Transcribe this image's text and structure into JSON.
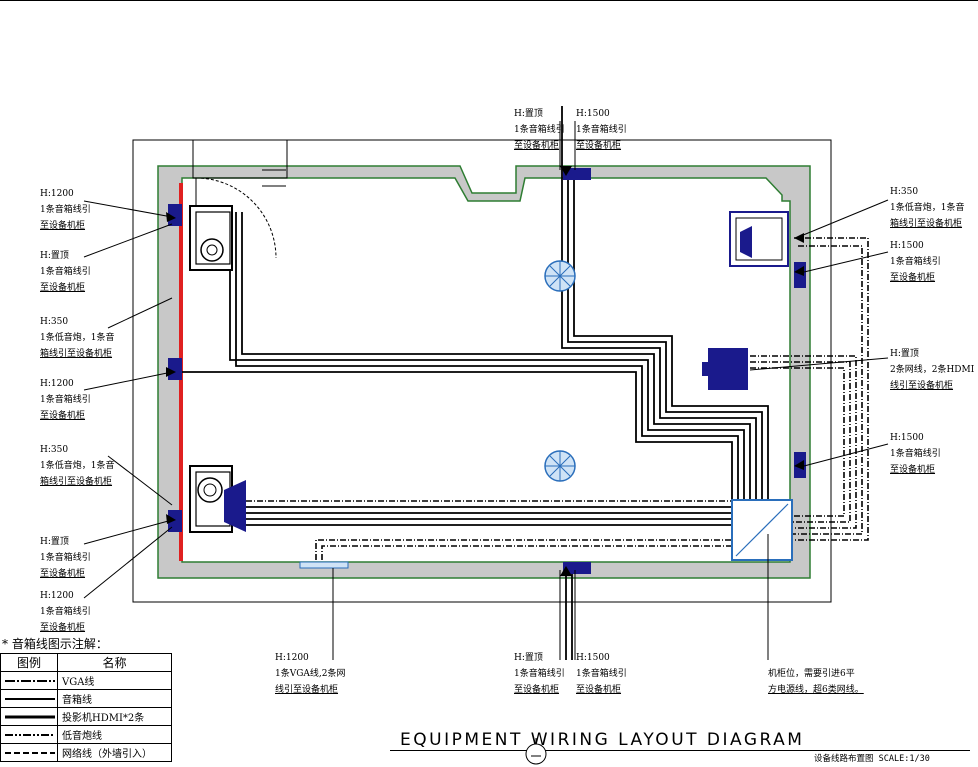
{
  "diagram": {
    "title": "EQUIPMENT WIRING LAYOUT DIAGRAM",
    "subtitle_cn": "设备线路布置图",
    "scale": "SCALE:1/30",
    "colors": {
      "wall": "#c8c8c8",
      "wall_edge": "#2e7d32",
      "device": "#1a1a8c",
      "screen": "#e02020",
      "line": "#000000",
      "ceiling_speaker": "#2a6ebb"
    }
  },
  "annotations": {
    "left1": [
      "H:1200",
      "1条音箱线引",
      "至设备机柜"
    ],
    "left2": [
      "H:置顶",
      "1条音箱线引",
      "至设备机柜"
    ],
    "left3": [
      "H:350",
      "1条低音炮，1条音",
      "箱线引至设备机柜"
    ],
    "left4": [
      "H:1200",
      "1条音箱线引",
      "至设备机柜"
    ],
    "left5": [
      "H:350",
      "1条低音炮，1条音",
      "箱线引至设备机柜"
    ],
    "left6": [
      "H:置顶",
      "1条音箱线引",
      "至设备机柜"
    ],
    "left7": [
      "H:1200",
      "1条音箱线引",
      "至设备机柜"
    ],
    "top1": [
      "H:置顶",
      "1条音箱线引",
      "至设备机柜"
    ],
    "top2": [
      "H:1500",
      "1条音箱线引",
      "至设备机柜"
    ],
    "right1": [
      "H:350",
      "1条低音炮，1条音",
      "箱线引至设备机柜"
    ],
    "right2": [
      "H:1500",
      "1条音箱线引",
      "至设备机柜"
    ],
    "right3": [
      "H:置顶",
      "2条网线，2条HDMI",
      "线引至设备机柜"
    ],
    "right4": [
      "H:1500",
      "1条音箱线引",
      "至设备机柜"
    ],
    "bottom1": [
      "H:1200",
      "1条VGA线,2条网",
      "线引至设备机柜"
    ],
    "bottom2": [
      "H:置顶",
      "1条音箱线引",
      "至设备机柜"
    ],
    "bottom3": [
      "H:1500",
      "1条音箱线引",
      "至设备机柜"
    ],
    "cabinet": [
      "机柜位，需要引进6平",
      "方电源线，超6类网线。"
    ]
  },
  "legend": {
    "title": "* 音箱线图示注解：",
    "col_symbol": "图例",
    "col_name": "名称",
    "rows": [
      {
        "name": "VGA线",
        "style": "vga"
      },
      {
        "name": "音箱线",
        "style": "speaker"
      },
      {
        "name": "投影机HDMI*2条",
        "style": "hdmi"
      },
      {
        "name": "低音炮线",
        "style": "subwoofer"
      },
      {
        "name": "网络线（外墙引入）",
        "style": "network"
      }
    ]
  }
}
